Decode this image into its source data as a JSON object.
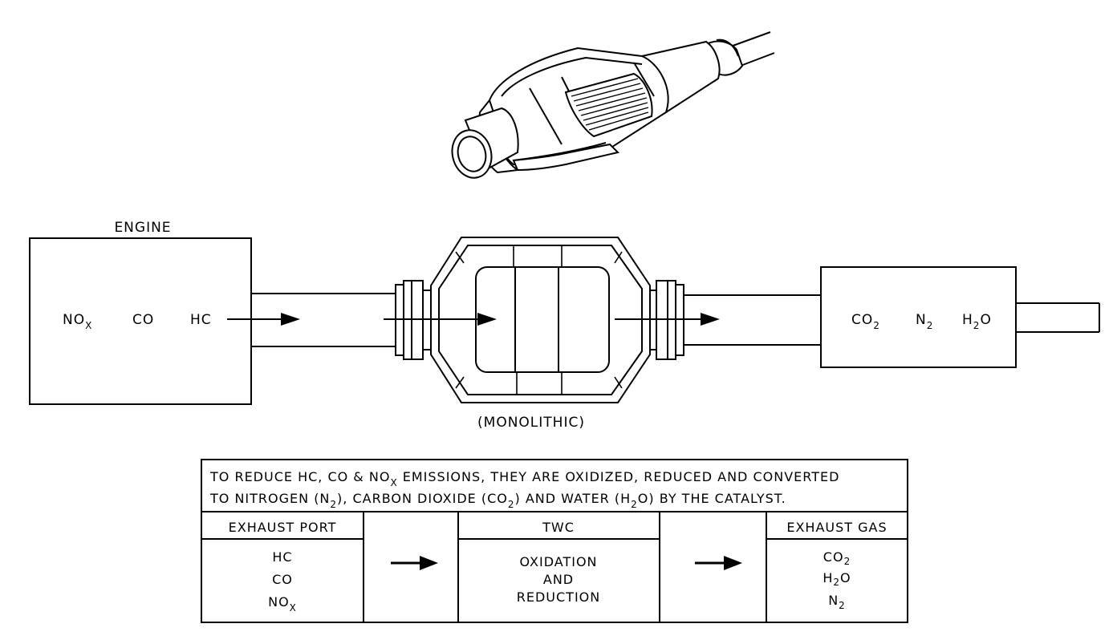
{
  "engine": {
    "title": "ENGINE",
    "species": [
      {
        "main": "NO",
        "sub": "X"
      },
      {
        "main": "CO",
        "sub": ""
      },
      {
        "main": "HC",
        "sub": ""
      }
    ]
  },
  "converter": {
    "caption": "(MONOLITHIC)"
  },
  "outlet": {
    "species": [
      {
        "main": "CO",
        "sub": "2"
      },
      {
        "main": "N",
        "sub": "2"
      },
      {
        "main": "H",
        "sub": "2",
        "tail": "O"
      }
    ]
  },
  "summary": {
    "line1": {
      "pre": "TO REDUCE HC, CO & NO",
      "sub": "X",
      "post": " EMISSIONS, THEY ARE OXIDIZED, REDUCED AND CONVERTED"
    },
    "line2": {
      "p1": "TO NITROGEN (N",
      "s1": "2",
      "p2": "), CARBON DIOXIDE (CO",
      "s2": "2",
      "p3": ") AND WATER (H",
      "s3": "2",
      "p4": "O) BY THE CATALYST."
    },
    "col_exhaust_port": {
      "header": "EXHAUST PORT",
      "items": [
        {
          "main": "HC",
          "sub": ""
        },
        {
          "main": "CO",
          "sub": ""
        },
        {
          "main": "NO",
          "sub": "X"
        }
      ]
    },
    "col_twc": {
      "header": "TWC",
      "lines": [
        "OXIDATION",
        "AND",
        "REDUCTION"
      ]
    },
    "col_exhaust_gas": {
      "header": "EXHAUST GAS",
      "items": [
        {
          "main": "CO",
          "sub": "2",
          "tail": ""
        },
        {
          "main": "H",
          "sub": "2",
          "tail": "O"
        },
        {
          "main": "N",
          "sub": "2",
          "tail": ""
        }
      ]
    }
  }
}
